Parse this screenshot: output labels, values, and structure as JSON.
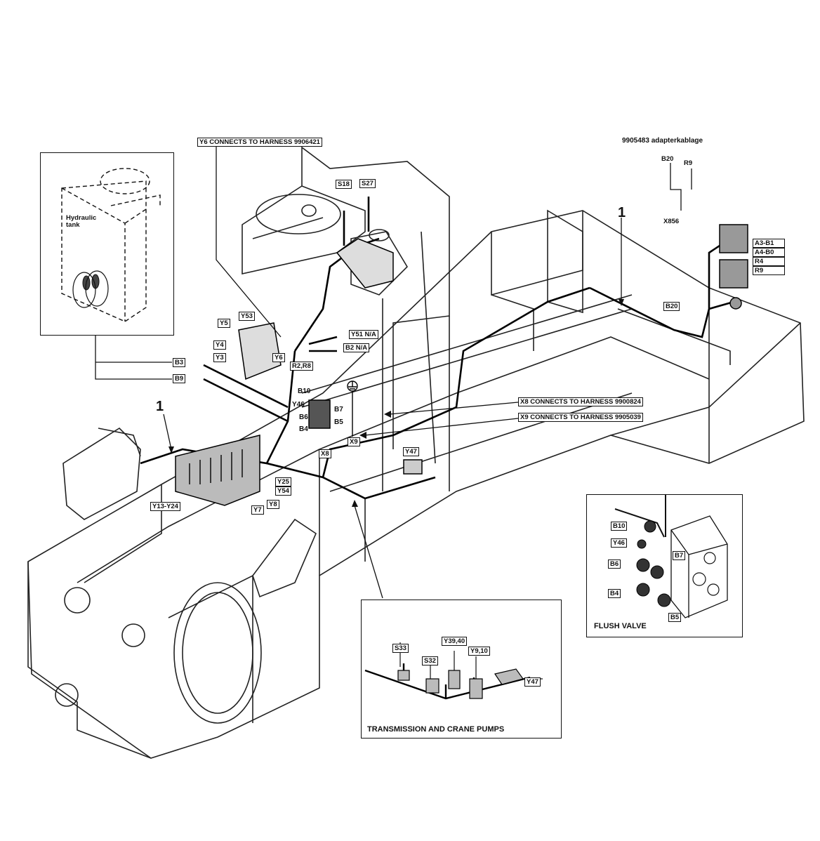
{
  "callouts": {
    "y6_connects": "Y6 CONNECTS TO HARNESS 9906421",
    "x8_connects": "X8 CONNECTS TO HARNESS 9900824",
    "x9_connects": "X9 CONNECTS TO HARNESS 9905039",
    "adapter": "9905483 adapterkablage",
    "item_left": "1",
    "item_right": "1"
  },
  "labels": {
    "s18": "S18",
    "s27": "S27",
    "b20": "B20",
    "r9": "R9",
    "x856": "X856",
    "b20_box": "B20",
    "a3b1": "A3-B1",
    "a4b0": "A4-B0",
    "r4": "R4",
    "r9b": "R9",
    "y5": "Y5",
    "y53": "Y53",
    "y4": "Y4",
    "y3": "Y3",
    "y6": "Y6",
    "y51": "Y51 N/A",
    "b2": "B2 N/A",
    "r28": "R2,R8",
    "b3": "B3",
    "b9": "B9",
    "b10": "B10",
    "y46": "Y46",
    "b6": "B6",
    "b4": "B4",
    "b7": "B7",
    "b5": "B5",
    "x8": "X8",
    "x9": "X9",
    "y47": "Y47",
    "y25": "Y25",
    "y54": "Y54",
    "y7": "Y7",
    "y8": "Y8",
    "y13": "Y13-Y24"
  },
  "hydraulic": {
    "title": "Hydraulic tank"
  },
  "flush": {
    "caption": "FLUSH VALVE",
    "b10": "B10",
    "y46": "Y46",
    "b6": "B6",
    "b7": "B7",
    "b4": "B4",
    "b5": "B5"
  },
  "pumps": {
    "caption": "TRANSMISSION AND CRANE PUMPS",
    "s33": "S33",
    "s32": "S32",
    "y39": "Y39,40",
    "y9": "Y9,10",
    "y47": "Y47"
  }
}
